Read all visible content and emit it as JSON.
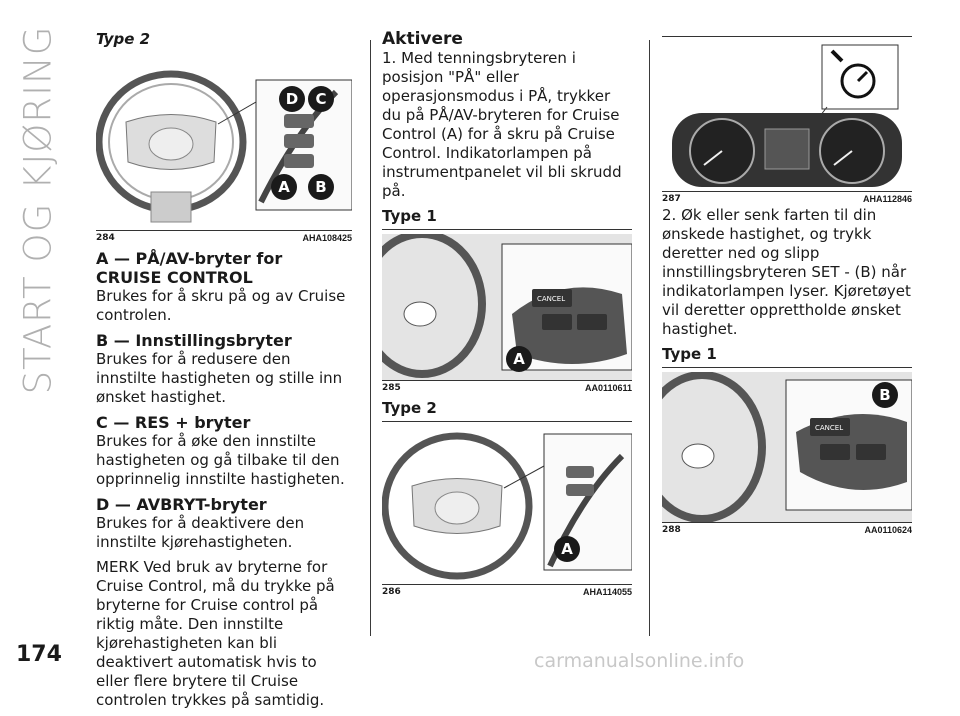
{
  "side_title": "START OG KJØRING",
  "page_number": "174",
  "footer_link": "carmanualsonline.info",
  "col1": {
    "figure_caption": "Type 2",
    "figure": {
      "number": "284",
      "code": "AHA108425",
      "labels": [
        "D",
        "C",
        "A",
        "B"
      ]
    },
    "sections": [
      {
        "heading": "A — PÅ/AV-bryter for CRUISE CONTROL",
        "body": "Brukes for å skru på og av Cruise controlen."
      },
      {
        "heading": "B — Innstillingsbryter",
        "body": "Brukes for å redusere den innstilte hastigheten og stille inn ønsket hastighet."
      },
      {
        "heading": "C — RES + bryter",
        "body": "Brukes for å øke den innstilte hastigheten og gå tilbake til den opprinnelig innstilte hastigheten."
      },
      {
        "heading": "D — AVBRYT-bryter",
        "body": "Brukes for å deaktivere den innstilte kjørehastigheten."
      }
    ],
    "note": "MERK Ved bruk av bryterne for Cruise Control, må du trykke på bryterne for Cruise control på riktig måte. Den innstilte kjørehastigheten kan bli deaktivert automatisk hvis to eller flere brytere til Cruise controlen trykkes på samtidig."
  },
  "col2": {
    "heading": "Aktivere",
    "intro": "1. Med tenningsbryteren i posisjon \"PÅ\" eller operasjonsmodus i PÅ, trykker du på PÅ/AV-bryteren for Cruise Control (A) for å skru på Cruise Control. Indikatorlampen på instrumentpanelet vil bli skrudd på.",
    "type1": "Type 1",
    "figure1": {
      "number": "285",
      "code": "AA0110611",
      "label": "A",
      "button_text": "CANCEL"
    },
    "type2": "Type 2",
    "figure2": {
      "number": "286",
      "code": "AHA114055",
      "label": "A"
    }
  },
  "col3": {
    "figure1": {
      "number": "287",
      "code": "AHA112846"
    },
    "step2": "2. Øk eller senk farten til din ønskede hastighet, og trykk deretter ned og slipp innstillingsbryteren SET - (B) når indikatorlampen lyser. Kjøretøyet vil deretter opprettholde ønsket hastighet.",
    "type1": "Type 1",
    "figure2": {
      "number": "288",
      "code": "AA0110624",
      "label": "B",
      "button_text": "CANCEL"
    }
  }
}
